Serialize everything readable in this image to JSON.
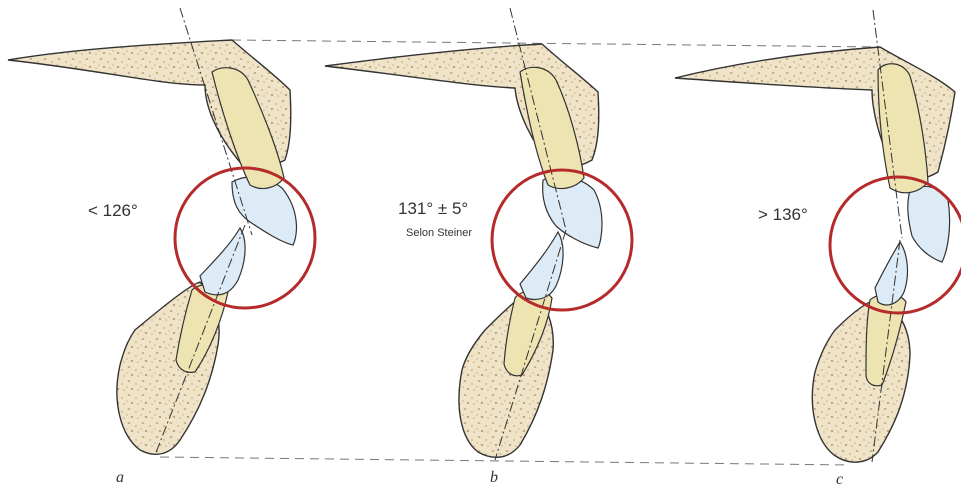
{
  "panels": [
    {
      "letter": "a",
      "angle": "< 126°",
      "note": ""
    },
    {
      "letter": "b",
      "angle": "131° ± 5°",
      "note": "Selon Steiner"
    },
    {
      "letter": "c",
      "angle": "> 136°",
      "note": ""
    }
  ],
  "colors": {
    "bone_fill": "#f0e4c8",
    "bone_speckle": "#b89870",
    "root_fill": "#eee4b2",
    "crown_fill": "#ddebf6",
    "circle_stroke": "#b52b2b",
    "outline": "#333333"
  }
}
